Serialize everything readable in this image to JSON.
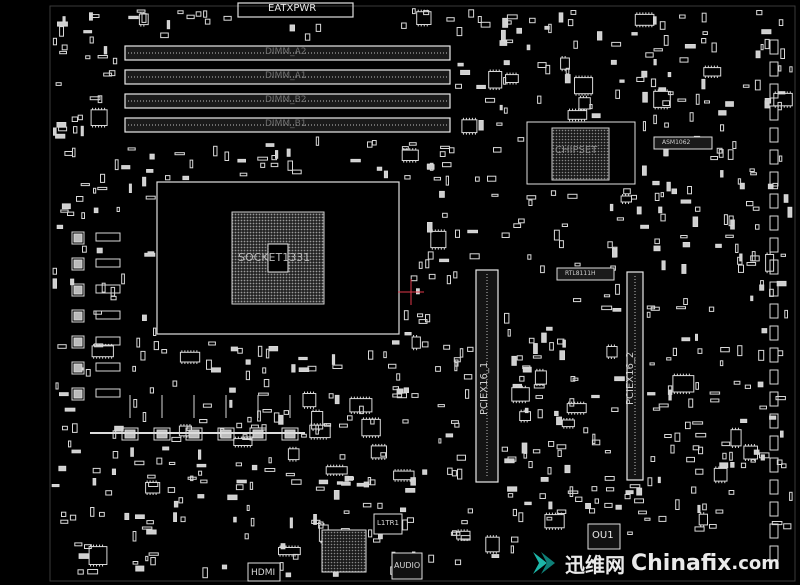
{
  "board": {
    "background": "#000000",
    "stroke": "#d9d9d9",
    "accent_teal": "#2fa7a0",
    "accent_red": "#e0394a"
  },
  "labels": {
    "eatxpwr": "EATXPWR",
    "dimm_a2": "DIMM_A2",
    "dimm_a1": "DIMM_A1",
    "dimm_b2": "DIMM_B2",
    "dimm_b1": "DIMM_B1",
    "socket": "SOCKET1331",
    "chipset": "CHIPSET",
    "pciex16_1": "PCIEX16_1",
    "pciex16_2": "PCIEX16_2",
    "usb_ou1": "OU1",
    "hdmi": "HDMI",
    "audio": "AUDIO",
    "l1tr1": "L1TR1",
    "chip_small_1": "ASM1062",
    "chip_small_2": "RTL8111H"
  },
  "watermark": {
    "brand_cn": "迅维网",
    "brand_en": "Chinafix",
    "domain": ".com",
    "logo_color": "#1db6a8"
  }
}
